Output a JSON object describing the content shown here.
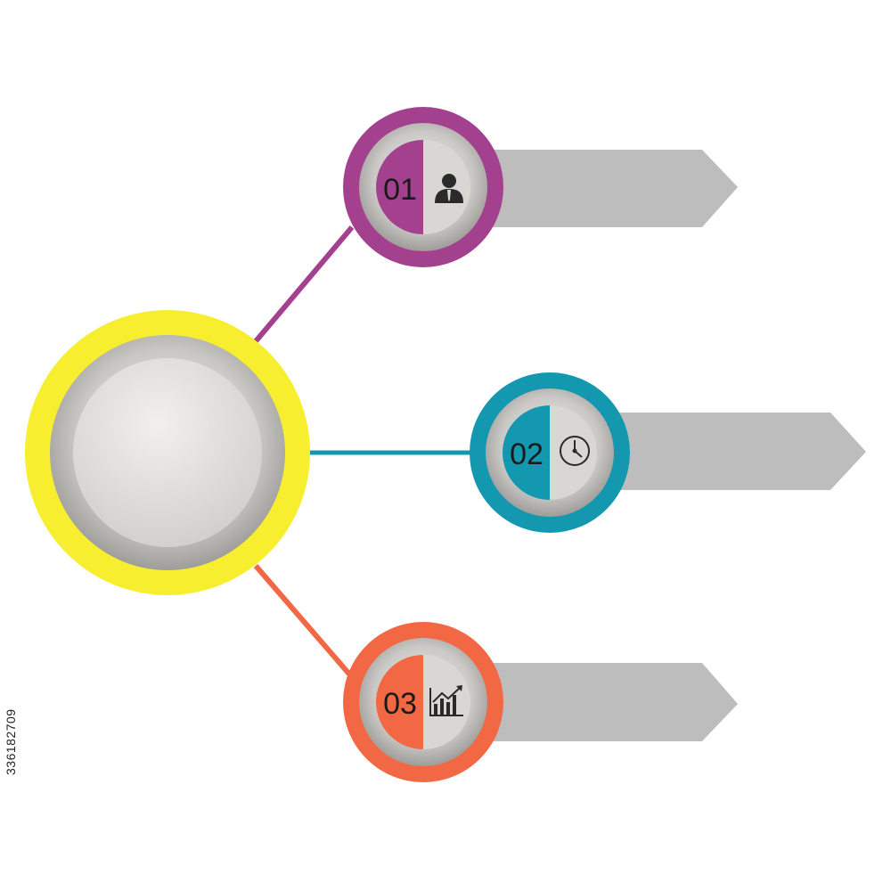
{
  "colors": {
    "hub_ring": "#f7ee2f",
    "hub_face": "#d9d8d6",
    "arrow_banner": "#bdbdbd",
    "step1": "#a3418f",
    "step2": "#1498b0",
    "step3": "#f26845"
  },
  "steps": [
    {
      "number": "01",
      "icon": "businessman-icon",
      "color": "#a3418f"
    },
    {
      "number": "02",
      "icon": "clock-icon",
      "color": "#1498b0"
    },
    {
      "number": "03",
      "icon": "growth-chart-icon",
      "color": "#f26845"
    }
  ],
  "stock_id": "336182709"
}
